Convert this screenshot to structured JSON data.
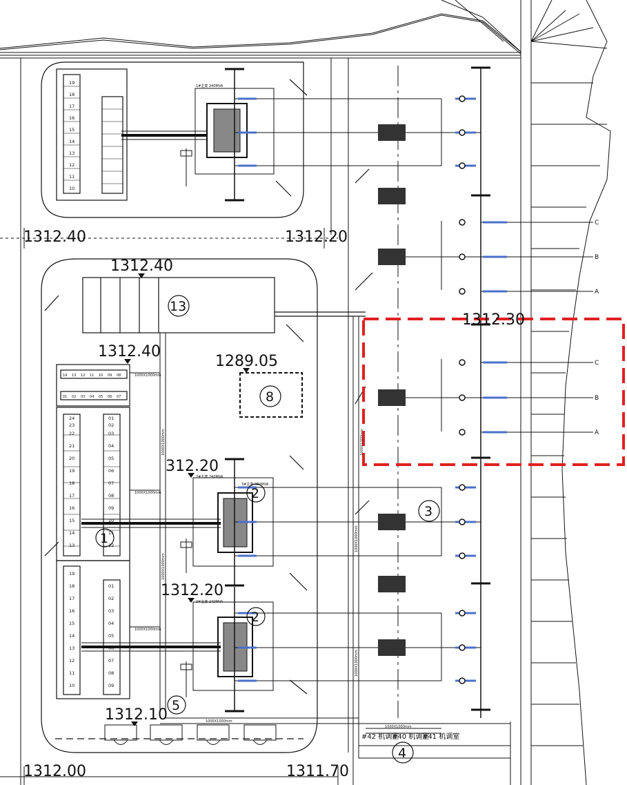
{
  "elevations": {
    "top_left": "1312.40",
    "top_right": "1312.20",
    "building_13": "1312.40",
    "building_1": "1312.40",
    "pit_8": "1289.05",
    "right_upper": "1312.30",
    "tx_2a": "312.20",
    "tx_2b": "1312.20",
    "bottom_mid": "1312.10",
    "bottom_left": "1312.00",
    "bottom_right": "1311.70"
  },
  "markers": {
    "c13": "13",
    "c8": "8",
    "c2a": "2",
    "c2b": "2",
    "c3": "3",
    "c5": "5",
    "c4": "4",
    "c1": "1"
  },
  "phase_labels": [
    "C",
    "B",
    "A",
    "C",
    "B",
    "A"
  ],
  "cable_labels": {
    "duct_a": "1000X1000mm",
    "duct_b": "1000X1000mm",
    "duct_c": "1000X1000mm",
    "duct_d": "1000X1000mm",
    "duct_v1": "1000X1000mm",
    "duct_v2": "1000X1000mm",
    "duct_v3": "1000X1000mm",
    "duct_v4": "1000X1000mm",
    "duct_bottom_right": "1000X1000mm",
    "duct_bottom": "1000X1000mm"
  },
  "transformer_labels": {
    "t1": "1#主变 240MVA",
    "t2": "2#主变 240MVA",
    "t2b": "3#主变 380MVA",
    "t3": "3#主变 240MVA"
  },
  "bays": [
    "#42 机调室",
    "#40 机调室",
    "#41 机调室"
  ],
  "panel_numbers": {
    "top_col": [
      "10",
      "11",
      "12",
      "13",
      "14",
      "15",
      "16",
      "17",
      "18",
      "19"
    ],
    "mid_col_left": [
      "13",
      "14",
      "15",
      "16",
      "17",
      "18",
      "19",
      "20",
      "21",
      "22",
      "23",
      "24"
    ],
    "mid_col_right": [
      "12",
      "11",
      "10",
      "09",
      "08",
      "07",
      "06",
      "05",
      "04",
      "03",
      "02",
      "01"
    ],
    "bot_col_left": [
      "10",
      "11",
      "12",
      "13",
      "14",
      "15",
      "16",
      "17",
      "18",
      "19"
    ],
    "bot_col_right": [
      "09",
      "08",
      "07",
      "06",
      "05",
      "04",
      "03",
      "02",
      "01"
    ],
    "top_row": [
      "14",
      "13",
      "12",
      "11",
      "10",
      "09",
      "08"
    ],
    "bottom_row": [
      "01",
      "02",
      "03",
      "04",
      "05",
      "06",
      "07"
    ]
  },
  "colors": {
    "line": "#111111",
    "highlight": "#e02020",
    "bus_accent": "#4a6fc9"
  }
}
